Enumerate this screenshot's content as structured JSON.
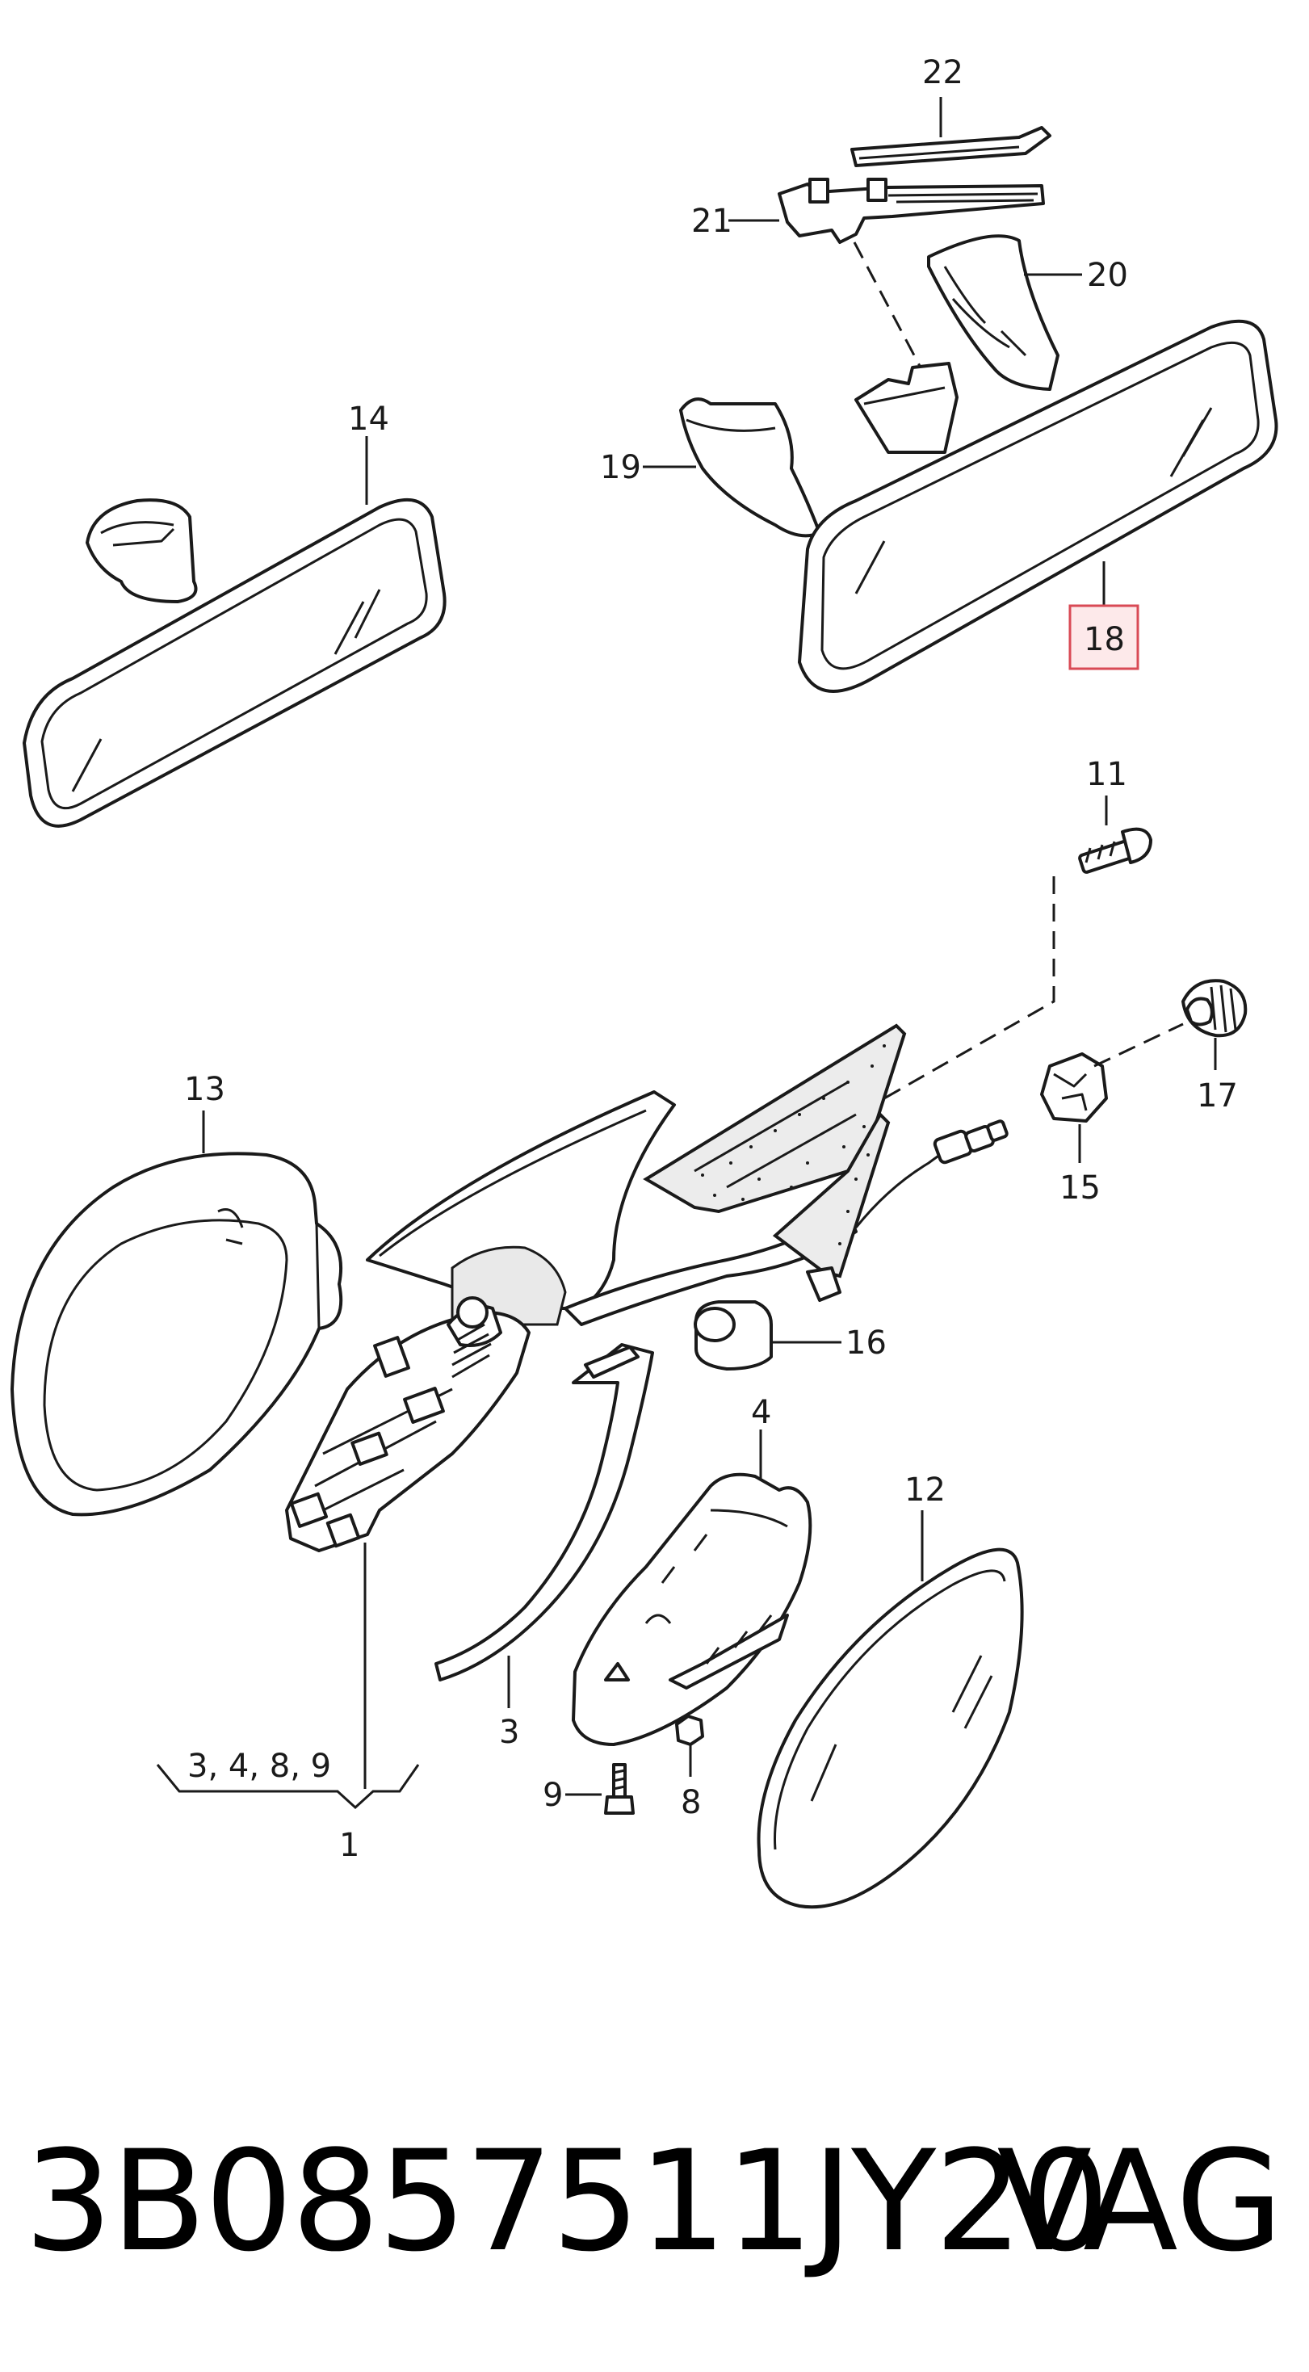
{
  "callouts": {
    "c22": "22",
    "c21": "21",
    "c20": "20",
    "c19": "19",
    "c18": "18",
    "c14": "14",
    "c11": "11",
    "c13": "13",
    "c17": "17",
    "c15": "15",
    "c16": "16",
    "c4": "4",
    "c12": "12",
    "c3": "3",
    "c9": "9",
    "c8": "8",
    "c1": "1",
    "c1_group": "3, 4, 8, 9"
  },
  "highlight_color": "#d94a55",
  "footer": {
    "part_number": "3B0857511JY20",
    "brand": "VAG"
  }
}
